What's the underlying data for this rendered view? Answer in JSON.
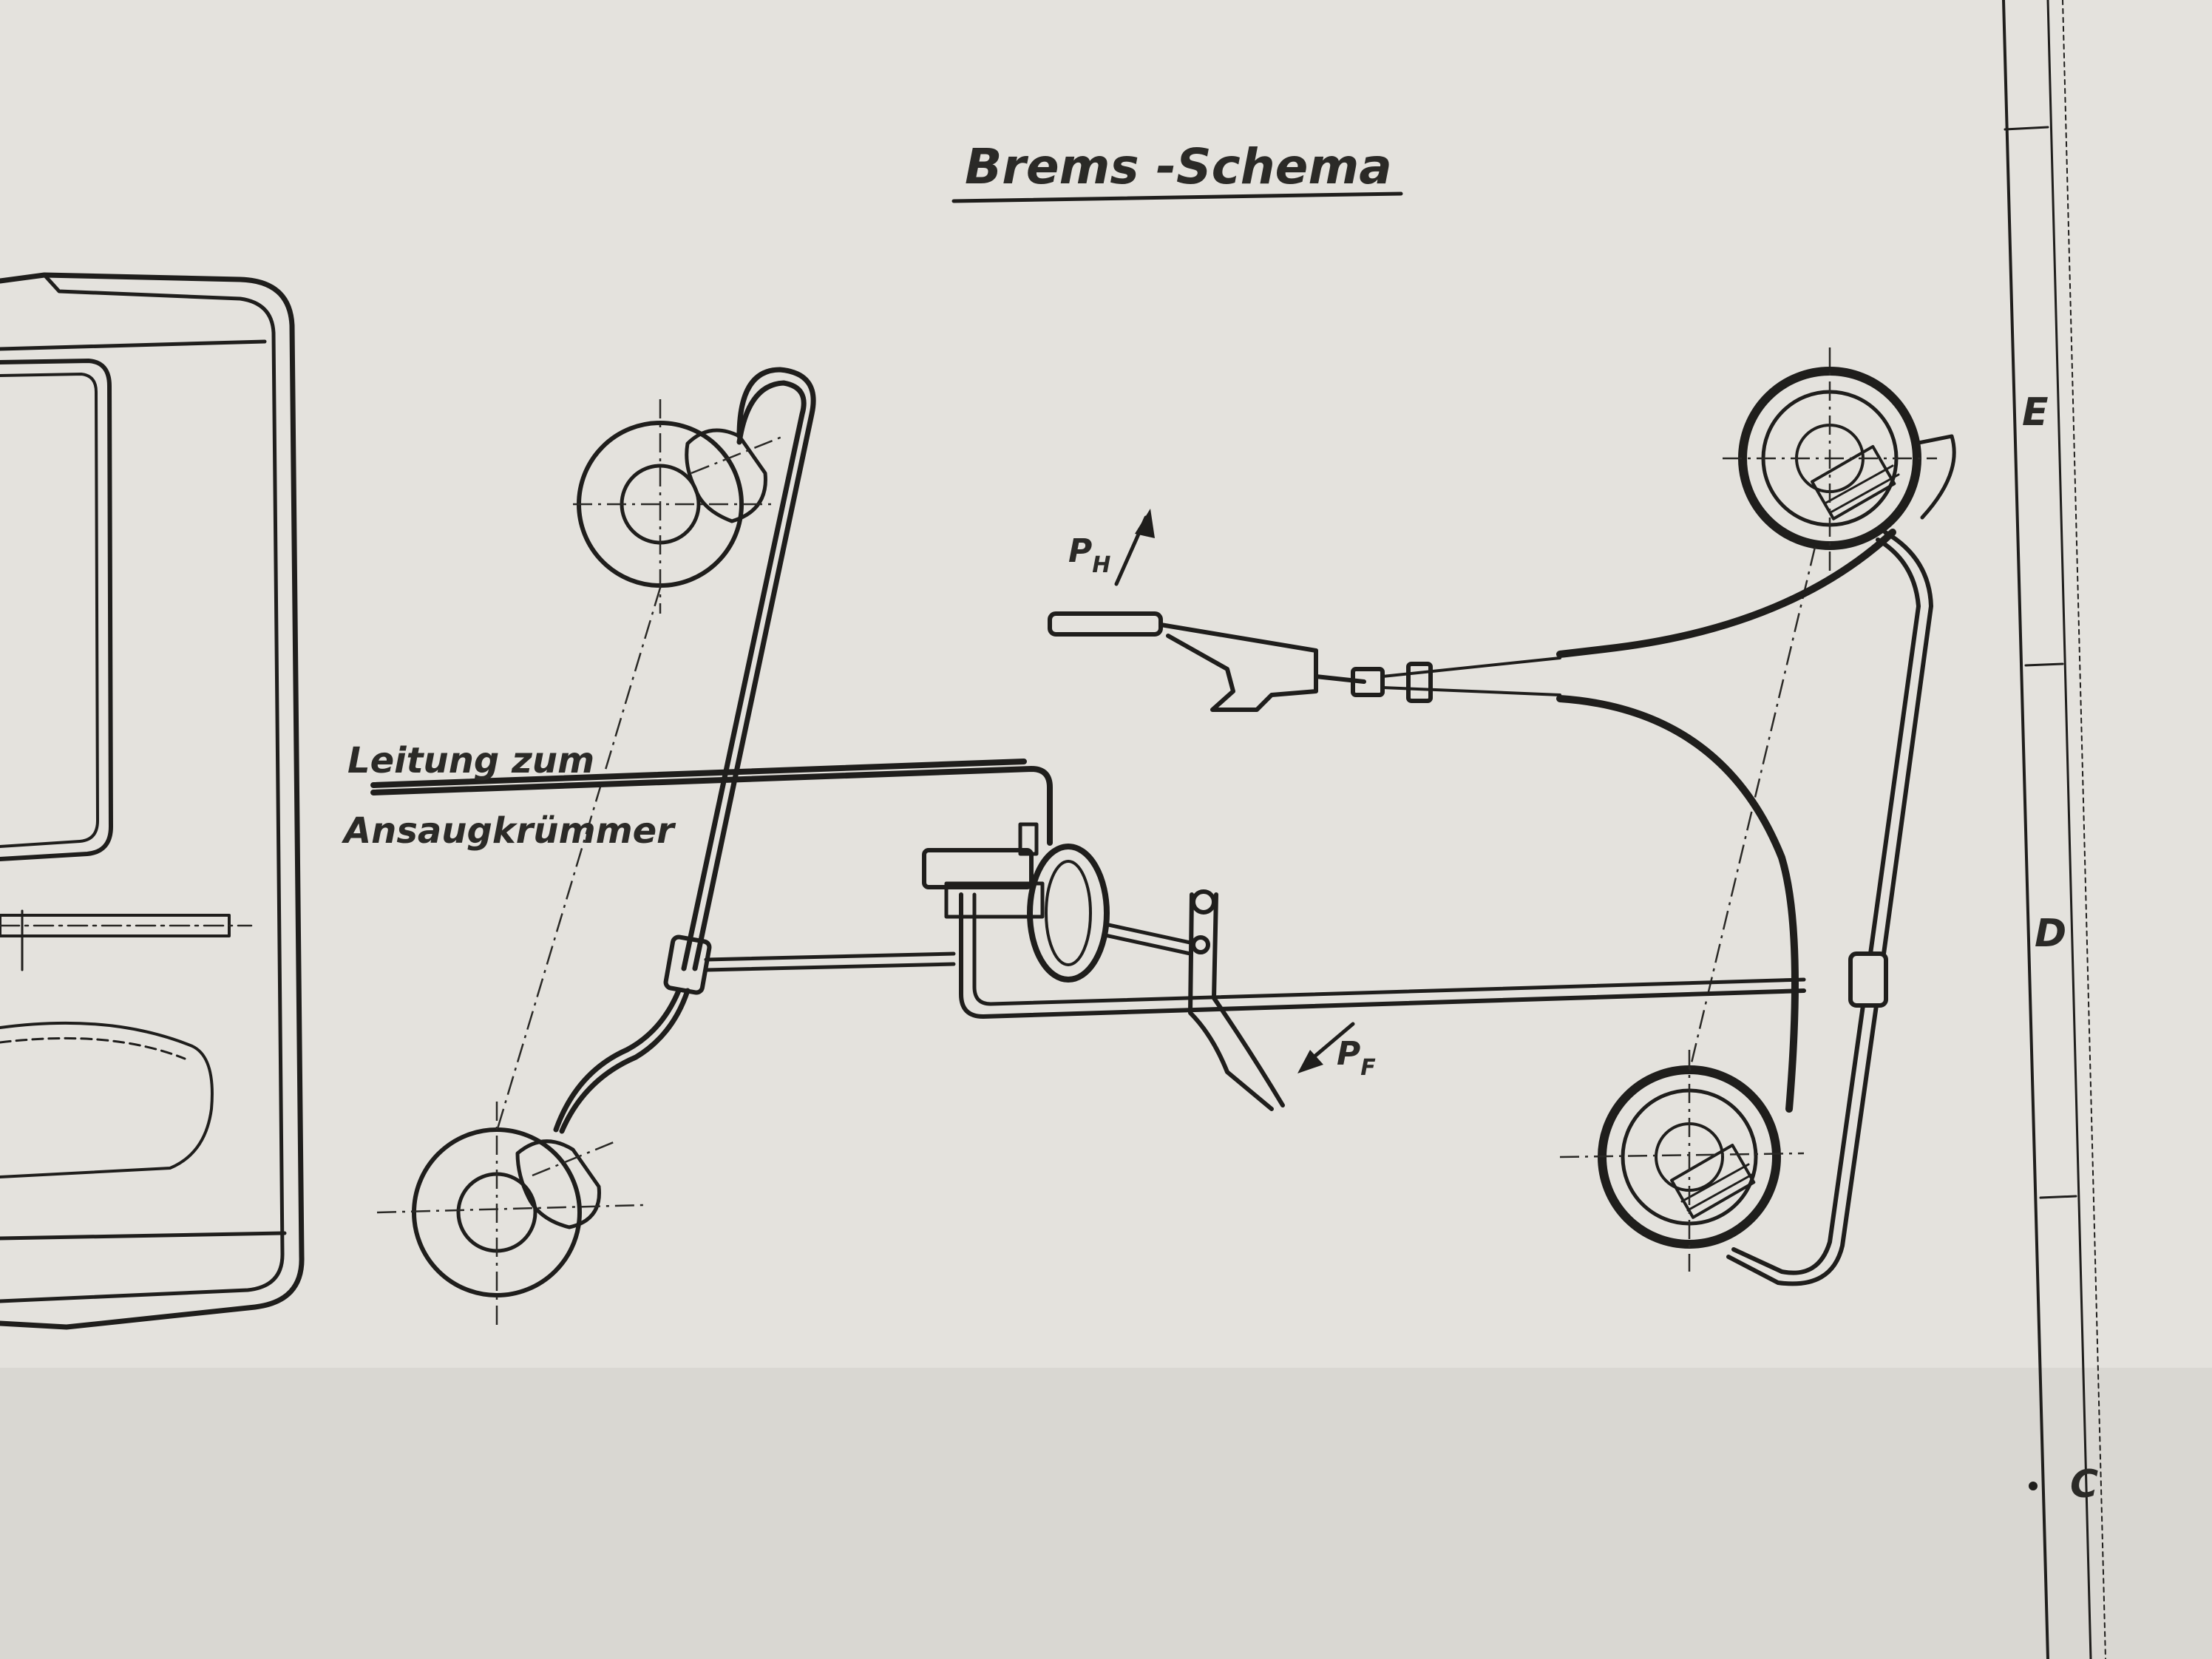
{
  "title": "Brems -Schema",
  "labels": {
    "line_1": "Leitung  zum",
    "line_2": "Ansaugkrümmer",
    "force_hand_main": "P",
    "force_hand_sub": "H",
    "force_foot_main": "P",
    "force_foot_sub": "F"
  },
  "margin_letters": [
    "E",
    "D",
    "C"
  ],
  "colors": {
    "paper": "#e4e2dd",
    "ink": "#1f1e1c"
  }
}
